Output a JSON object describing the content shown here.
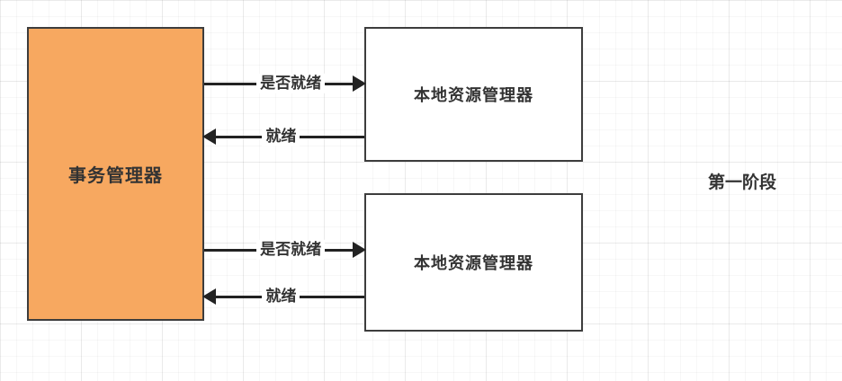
{
  "diagram": {
    "transaction_manager": {
      "label": "事务管理器",
      "fill": "#F7A860"
    },
    "resource_managers": [
      {
        "label": "本地资源管理器"
      },
      {
        "label": "本地资源管理器"
      }
    ],
    "arrows": [
      {
        "label": "是否就绪",
        "direction": "right",
        "from": "transaction-manager",
        "to": "resource-manager-1"
      },
      {
        "label": "就绪",
        "direction": "left",
        "from": "resource-manager-1",
        "to": "transaction-manager"
      },
      {
        "label": "是否就绪",
        "direction": "right",
        "from": "transaction-manager",
        "to": "resource-manager-2"
      },
      {
        "label": "就绪",
        "direction": "left",
        "from": "resource-manager-2",
        "to": "transaction-manager"
      }
    ],
    "phase_label": "第一阶段",
    "colors": {
      "node_border": "#3d3d3d",
      "arrow": "#222222",
      "transaction_manager_fill": "#F7A860",
      "resource_manager_fill": "#ffffff"
    }
  }
}
